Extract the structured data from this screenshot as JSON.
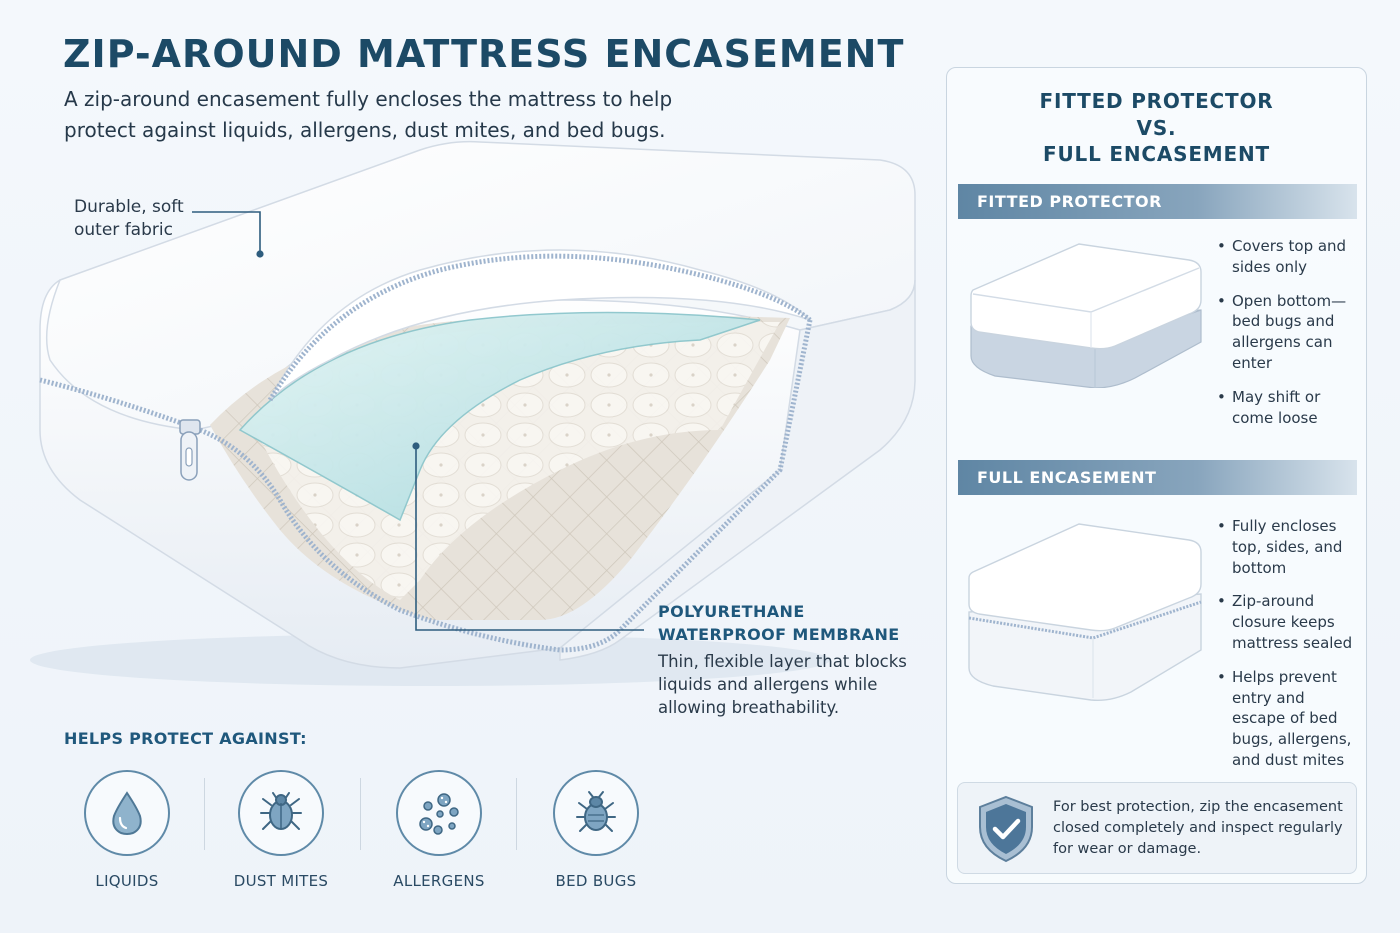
{
  "title": "ZIP-AROUND MATTRESS ENCASEMENT",
  "subtitle": "A zip-around encasement fully encloses the mattress to help protect against liquids, allergens, dust mites, and bed bugs.",
  "callouts": {
    "fabric": [
      "Durable, soft",
      "outer fabric"
    ],
    "membrane_title": [
      "POLYURETHANE",
      "WATERPROOF MEMBRANE"
    ],
    "membrane_text": "Thin, flexible layer that blocks liquids and allergens while allowing breathability."
  },
  "protect": {
    "heading": "HELPS PROTECT AGAINST:",
    "items": [
      {
        "label": "LIQUIDS",
        "icon": "water-drop-icon"
      },
      {
        "label": "DUST MITES",
        "icon": "dust-mite-icon"
      },
      {
        "label": "ALLERGENS",
        "icon": "allergen-particles-icon"
      },
      {
        "label": "BED BUGS",
        "icon": "bed-bug-icon"
      }
    ]
  },
  "comparison": {
    "title": [
      "FITTED PROTECTOR",
      "VS.",
      "FULL ENCASEMENT"
    ],
    "fitted": {
      "label": "FITTED PROTECTOR",
      "bullets": [
        "Covers top and sides only",
        "Open bottom—bed bugs and allergens can enter",
        "May shift or come loose"
      ]
    },
    "full": {
      "label": "FULL ENCASEMENT",
      "bullets": [
        "Fully encloses top, sides, and bottom",
        "Zip-around closure keeps mattress sealed",
        "Helps prevent entry and escape of bed bugs, allergens, and dust mites"
      ]
    },
    "tip": "For best protection, zip the encasement closed completely and inspect regularly for wear or damage.",
    "tip_icon": "shield-check-icon"
  },
  "colors": {
    "heading": "#1c4a66",
    "accent": "#1f587c",
    "membrane": "#bfe6e8",
    "zipper": "#9fb4ce",
    "band": "#5f86a4"
  }
}
